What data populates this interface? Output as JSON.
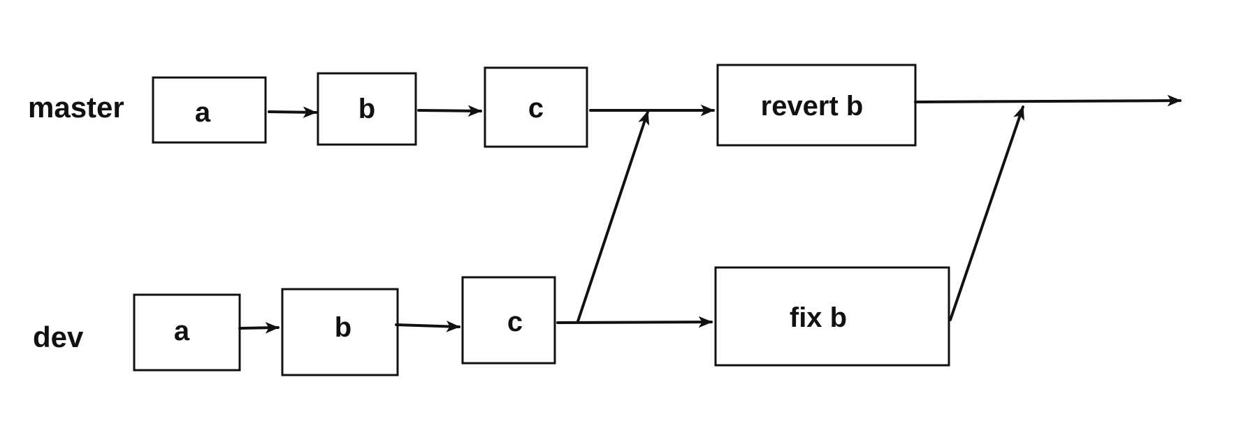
{
  "branches": {
    "master": "master",
    "dev": "dev"
  },
  "master_commits": {
    "a": "a",
    "b": "b",
    "c": "c",
    "revert": "revert b"
  },
  "dev_commits": {
    "a": "a",
    "b": "b",
    "c": "c",
    "fix": "fix b"
  },
  "colors": {
    "stroke": "#111111",
    "background": "#ffffff"
  }
}
